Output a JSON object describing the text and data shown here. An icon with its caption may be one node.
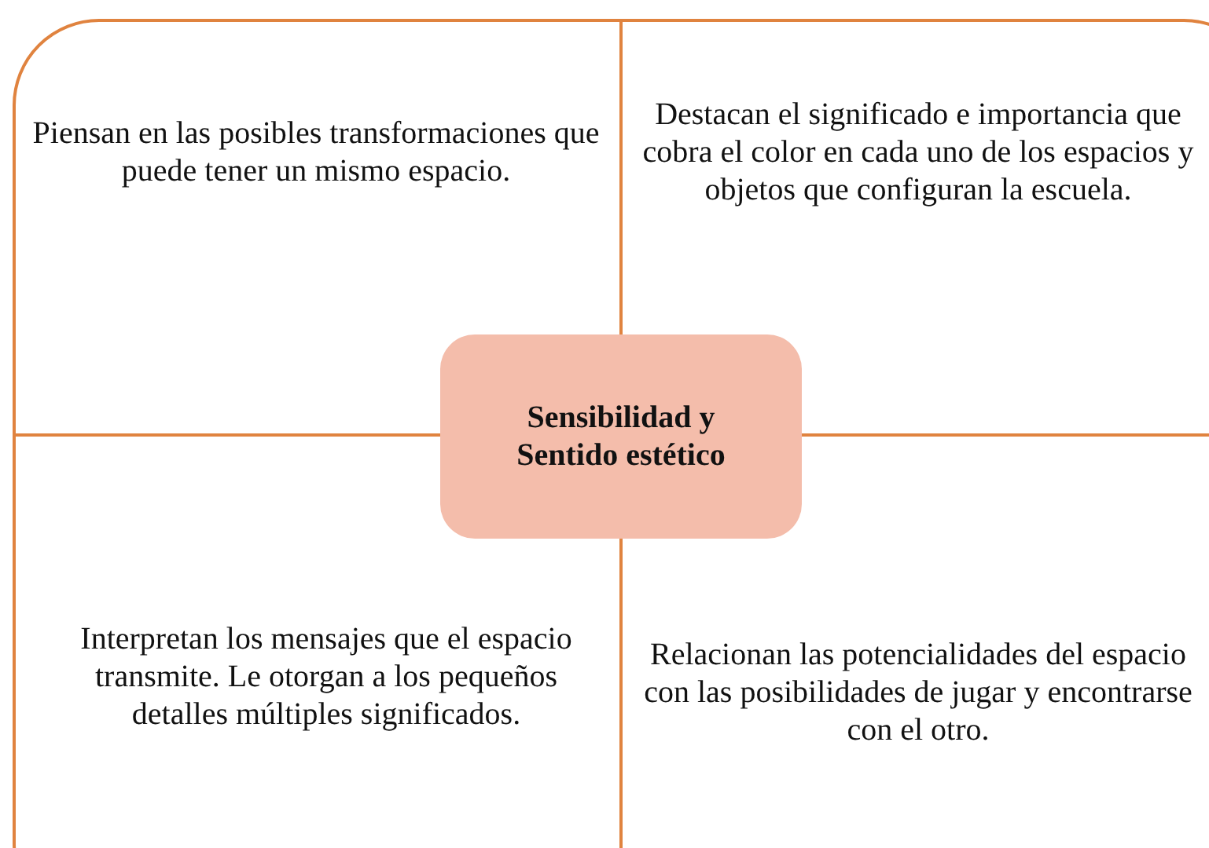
{
  "diagram": {
    "nodes": [
      {
        "text": [
          "Piensan en las posibles transformaciones que puede tener un mismo espacio."
        ]
      },
      {
        "text": [
          "Destacan el significado e importancia que cobra el color en cada uno de los espacios y objetos que configuran la escuela."
        ]
      },
      {
        "text": [
          "Sensibilidad y Sentido estético"
        ]
      },
      {
        "text": [
          "Interpretan los mensajes que el espacio transmite. Le otorgan a los pequeños detalles múltiples significados."
        ]
      },
      {
        "text": [
          "Relacionan las potencialidades del espacio con las posibilidades de jugar y encontrarse con el otro."
        ]
      }
    ],
    "edges": []
  }
}
